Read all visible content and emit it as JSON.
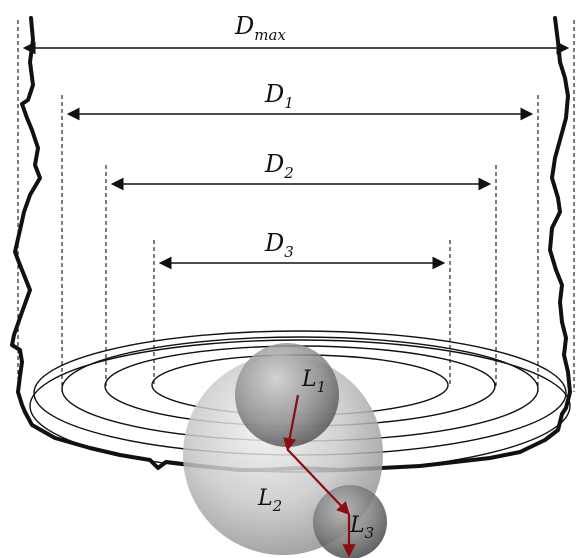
{
  "diagram": {
    "dimensions": [
      {
        "id": "dmax",
        "label": "D",
        "subscript": "max"
      },
      {
        "id": "d1",
        "label": "D",
        "subscript": "1"
      },
      {
        "id": "d2",
        "label": "D",
        "subscript": "2"
      },
      {
        "id": "d3",
        "label": "D",
        "subscript": "3"
      }
    ],
    "path_labels": [
      {
        "id": "l1",
        "label": "L",
        "subscript": "1"
      },
      {
        "id": "l2",
        "label": "L",
        "subscript": "2"
      },
      {
        "id": "l3",
        "label": "L",
        "subscript": "3"
      }
    ],
    "colors": {
      "ink": "#111111",
      "arrow": "#8b0d0d",
      "sphere_light": "#f2f2f2",
      "sphere_dark": "#4a4a4a"
    }
  }
}
